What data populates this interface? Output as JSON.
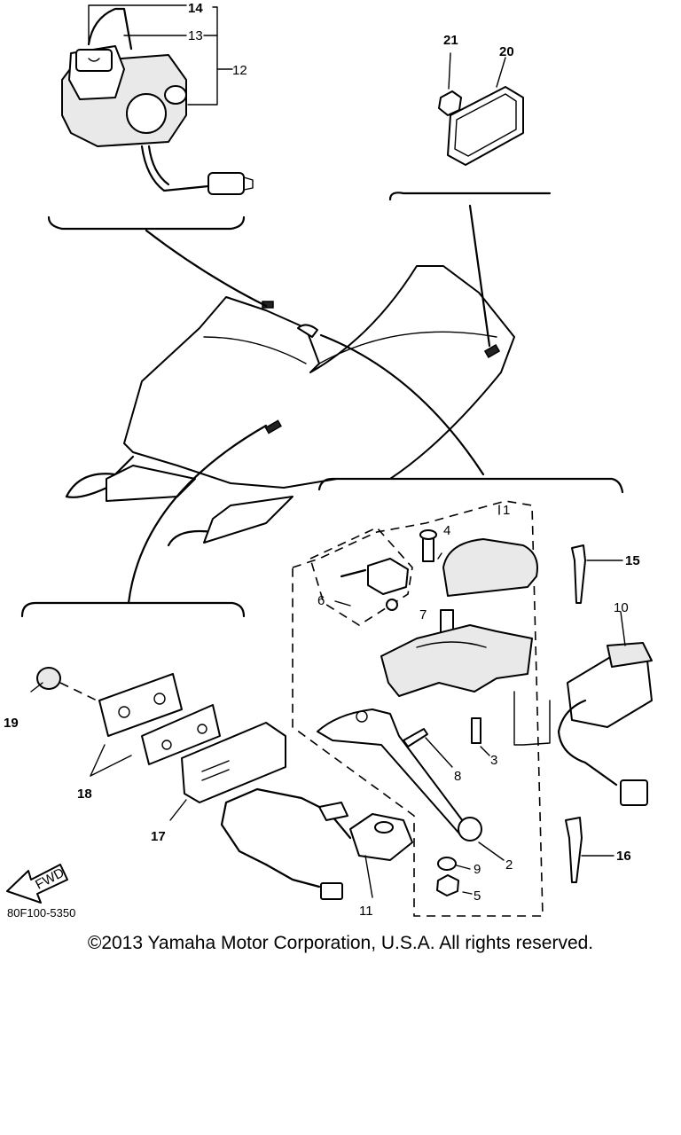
{
  "callouts": {
    "c1": "1",
    "c2": "2",
    "c3": "3",
    "c4": "4",
    "c5": "5",
    "c6": "6",
    "c7": "7",
    "c8": "8",
    "c9": "9",
    "c10": "10",
    "c11": "11",
    "c12": "12",
    "c13": "13",
    "c14": "14",
    "c15": "15",
    "c16": "16",
    "c17": "17",
    "c18": "18",
    "c19": "19",
    "c20": "20",
    "c21": "21"
  },
  "fwd_label": "FWD",
  "diagram_code": "80F100-5350",
  "copyright": "©2013 Yamaha Motor Corporation, U.S.A. All rights reserved."
}
